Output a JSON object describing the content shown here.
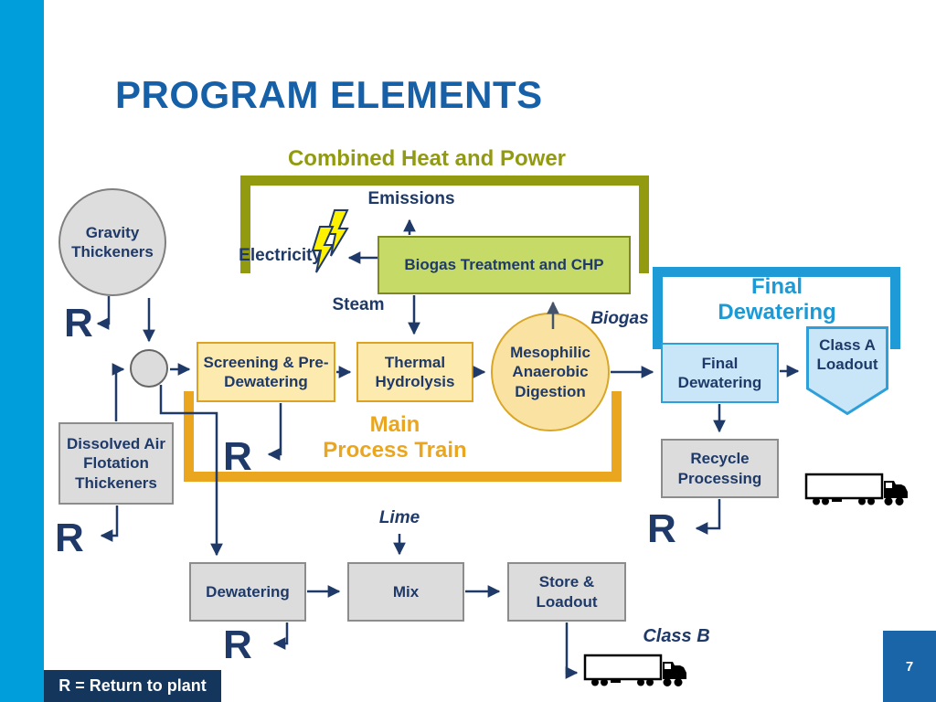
{
  "slide": {
    "title": "PROGRAM ELEMENTS",
    "page_number": "7",
    "legend": "R = Return to plant",
    "return_symbol": "R"
  },
  "groups": {
    "chp_label": "Combined Heat and Power",
    "main_process_label": "Main\nProcess Train",
    "final_dewatering_label": "Final\nDewatering"
  },
  "nodes": {
    "gravity_thickeners": "Gravity\nThickeners",
    "dissolved_air_flotation": "Dissolved Air\nFlotation\nThickeners",
    "screening": "Screening & Pre-\nDewatering",
    "thermal_hydrolysis": "Thermal\nHydrolysis",
    "mesophilic_digestion": "Mesophilic\nAnaerobic\nDigestion",
    "biogas_treatment_chp": "Biogas Treatment and CHP",
    "final_dewatering": "Final\nDewatering",
    "class_a_loadout": "Class A\nLoadout",
    "recycle_processing": "Recycle\nProcessing",
    "dewatering": "Dewatering",
    "mix": "Mix",
    "store_loadout": "Store &\nLoadout"
  },
  "stream_labels": {
    "emissions": "Emissions",
    "electricity": "Electricity",
    "steam": "Steam",
    "biogas": "Biogas",
    "lime": "Lime",
    "class_b": "Class B"
  },
  "icons": {
    "electricity": "lightning-bolt-icon",
    "class_a_transport": "truck-icon",
    "class_b_transport": "truck-icon"
  },
  "colors": {
    "accent_bar": "#009FDB",
    "title": "#1660A8",
    "navy": "#1F3A68",
    "olive": "#929A10",
    "chp_box_fill": "#C6DA68",
    "chp_box_border": "#7E8A1E",
    "process_fill": "#FDEAAF",
    "process_border": "#DDA224",
    "main_train_orange": "#EAA61F",
    "final_blue": "#1E9BD7",
    "final_fill": "#C9E6F9",
    "final_border": "#2F9FD9",
    "support_fill": "#DCDCDC",
    "support_border": "#8C8C8C",
    "legend_bg": "#14365C",
    "page_bg": "#1A64A8",
    "bolt_yellow": "#FFF200"
  }
}
